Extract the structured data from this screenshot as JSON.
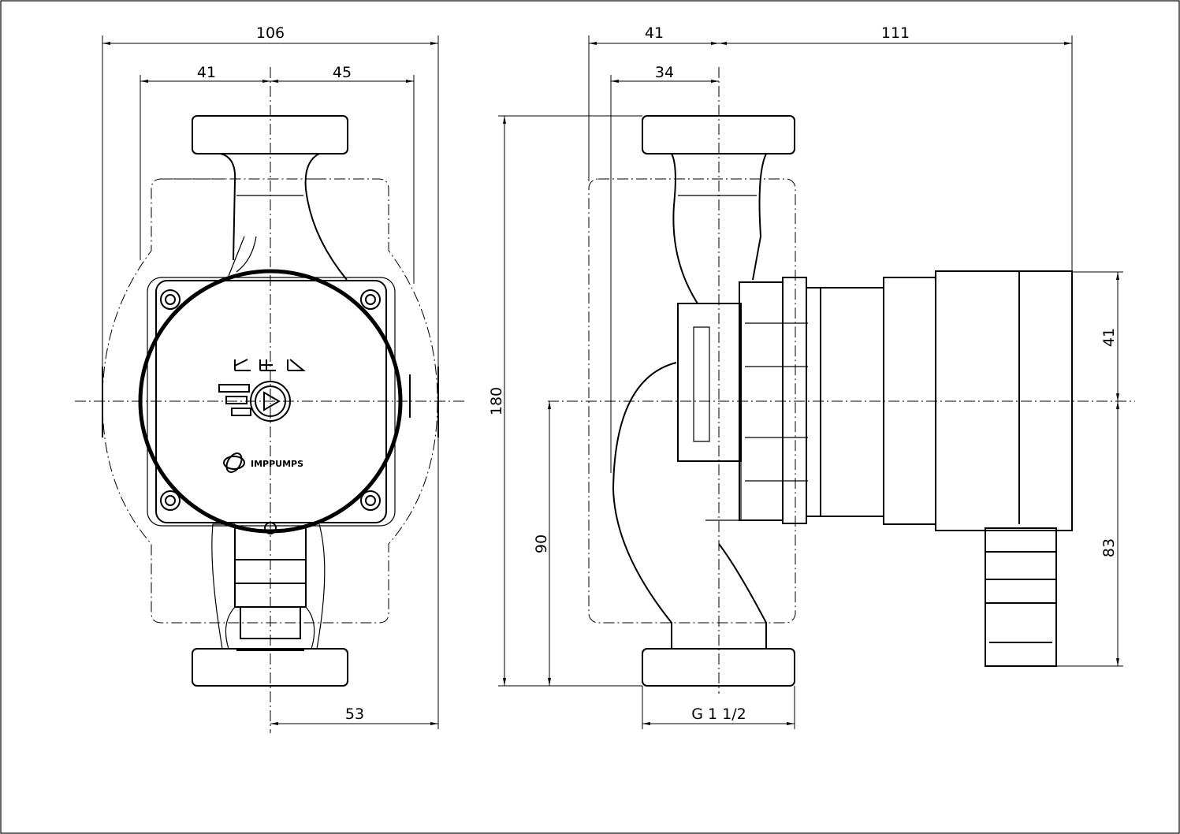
{
  "front_view": {
    "dims": {
      "overall_width": "106",
      "left_half": "41",
      "right_half": "45",
      "bottom_half": "53"
    },
    "logo": "IMPPUMPS"
  },
  "side_view": {
    "dims": {
      "left_offset": "41",
      "total_depth": "111",
      "inner_offset": "34",
      "height": "180",
      "center_height": "90",
      "head_upper": "41",
      "head_lower": "83",
      "thread": "G 1 1/2"
    }
  }
}
